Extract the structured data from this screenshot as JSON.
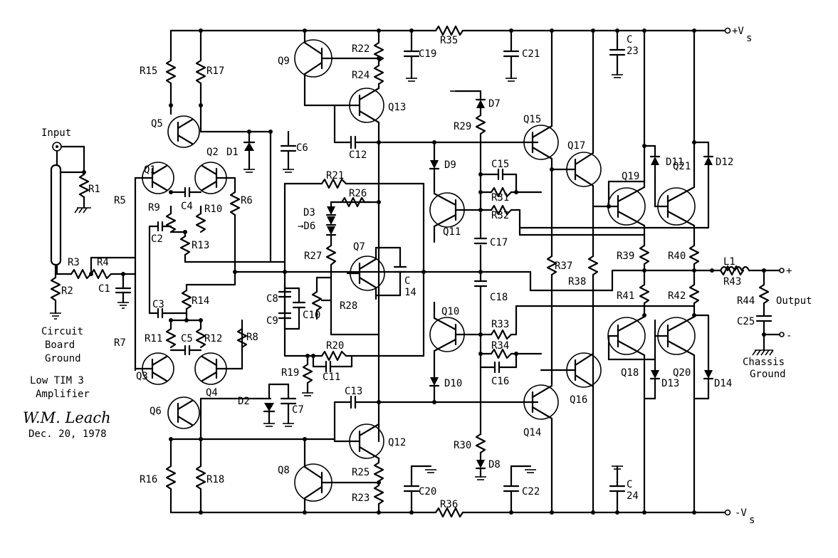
{
  "labels": {
    "input": "Input",
    "vs_pos": "+V",
    "vs_neg": "-V",
    "vs_sub": "s",
    "output": "Output",
    "out_plus": "+",
    "out_minus": "-",
    "circuit_board_ground": [
      "Circuit",
      "Board",
      "Ground"
    ],
    "chassis_ground": [
      "Chassis",
      "Ground"
    ]
  },
  "notes": {
    "title": [
      "Low TIM 3",
      "Amplifier"
    ],
    "author": "W.M. Leach",
    "date": "Dec. 20, 1978"
  },
  "resistors": [
    "R1",
    "R2",
    "R3",
    "R4",
    "R5",
    "R6",
    "R7",
    "R8",
    "R9",
    "R10",
    "R11",
    "R12",
    "R13",
    "R14",
    "R15",
    "R16",
    "R17",
    "R18",
    "R19",
    "R20",
    "R21",
    "R22",
    "R23",
    "R24",
    "R25",
    "R26",
    "R27",
    "R28",
    "R29",
    "R30",
    "R31",
    "R32",
    "R33",
    "R34",
    "R35",
    "R36",
    "R37",
    "R38",
    "R39",
    "R40",
    "R41",
    "R42",
    "R43",
    "R44"
  ],
  "capacitors": [
    "C1",
    "C2",
    "C3",
    "C4",
    "C5",
    "C6",
    "C7",
    "C8",
    "C9",
    "C10",
    "C11",
    "C12",
    "C13",
    "C15",
    "C16",
    "C17",
    "C18",
    "C19",
    "C20",
    "C21",
    "C22",
    "C25"
  ],
  "capacitors_split": {
    "C14": [
      "C",
      "14"
    ],
    "C23": [
      "C",
      "23"
    ],
    "C24": [
      "C",
      "24"
    ]
  },
  "transistors": [
    "Q1",
    "Q2",
    "Q3",
    "Q4",
    "Q5",
    "Q6",
    "Q7",
    "Q8",
    "Q9",
    "Q10",
    "Q11",
    "Q12",
    "Q13",
    "Q14",
    "Q15",
    "Q16",
    "Q17",
    "Q18",
    "Q19",
    "Q20",
    "Q21"
  ],
  "diodes": [
    "D1",
    "D2",
    "D7",
    "D8",
    "D9",
    "D10",
    "D11",
    "D12",
    "D13",
    "D14"
  ],
  "diode_chain": [
    "D3",
    "→D6"
  ],
  "inductors": [
    "L1"
  ]
}
